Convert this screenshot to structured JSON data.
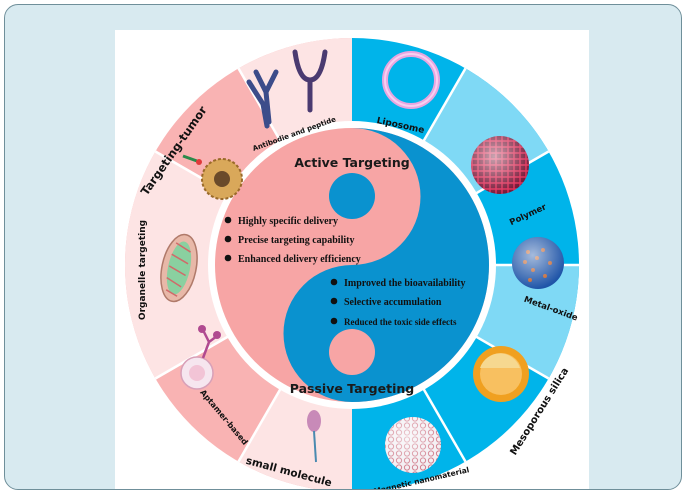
{
  "diagram": {
    "center_titles": {
      "active": "Active Targeting",
      "passive": "Passive Targeting"
    },
    "active_points": [
      "Highly specific delivery",
      "Precise targeting capability",
      "Enhanced delivery efficiency"
    ],
    "passive_points": [
      "Improved the bioavailability",
      "Selective accumulation",
      "Reduced the toxic side effects"
    ],
    "active_sectors": {
      "antibody": "Antibodie and peptide",
      "tumor": "Targeting-tumor",
      "organelle": "Organelle targeting",
      "aptamer": "Aptamer-based",
      "small_molecule": "small molecule"
    },
    "passive_sectors": {
      "liposome": "Liposome",
      "polymer": "Polymer",
      "metal_oxide": "Metal-oxide",
      "silica": "Mesoporous silica",
      "magnetic": "Magnetic nanomaterial"
    },
    "colors": {
      "active_light": "#fdd6d6",
      "active_mid": "#f9b3b3",
      "active_core": "#f7a5a5",
      "passive_bright": "#00b4ea",
      "passive_light": "#7fd9f5",
      "passive_core": "#0a92cf",
      "background": "#d8eaf0"
    }
  }
}
